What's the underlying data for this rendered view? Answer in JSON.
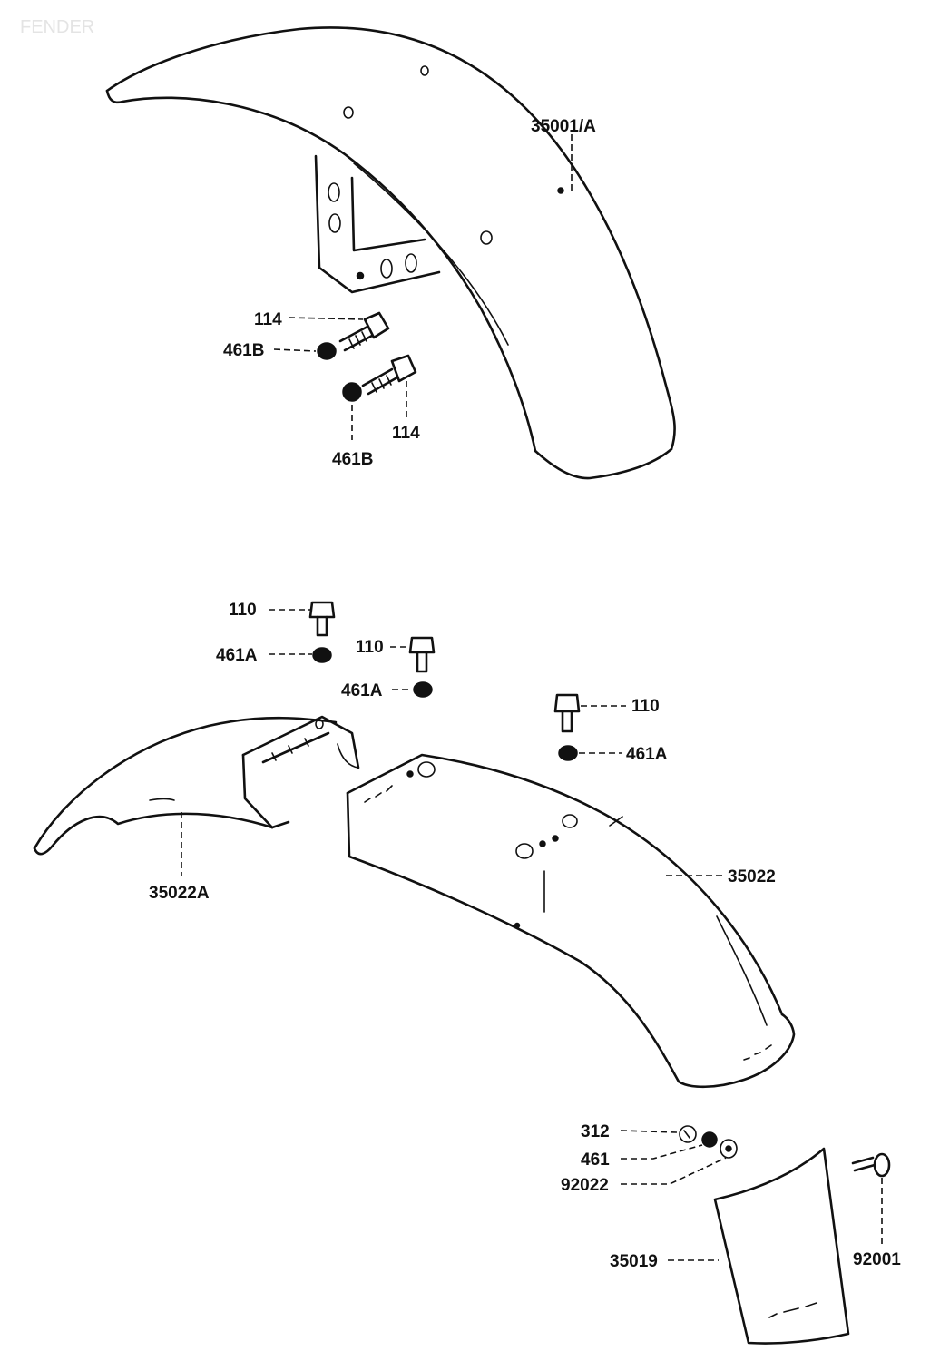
{
  "title": "FENDER",
  "labels": {
    "front_fender": "35001/A",
    "bolt_114_a": "114",
    "washer_461b_a": "461B",
    "bolt_114_b": "114",
    "washer_461b_b": "461B",
    "bolt_110_a": "110",
    "washer_461a_a": "461A",
    "bolt_110_b": "110",
    "washer_461a_b": "461A",
    "bolt_110_c": "110",
    "washer_461a_c": "461A",
    "rear_fender_front": "35022A",
    "rear_fender": "35022",
    "nut_312": "312",
    "washer_461": "461",
    "washer_92022": "92022",
    "mud_flap": "35019",
    "bolt_92001": "92001"
  }
}
